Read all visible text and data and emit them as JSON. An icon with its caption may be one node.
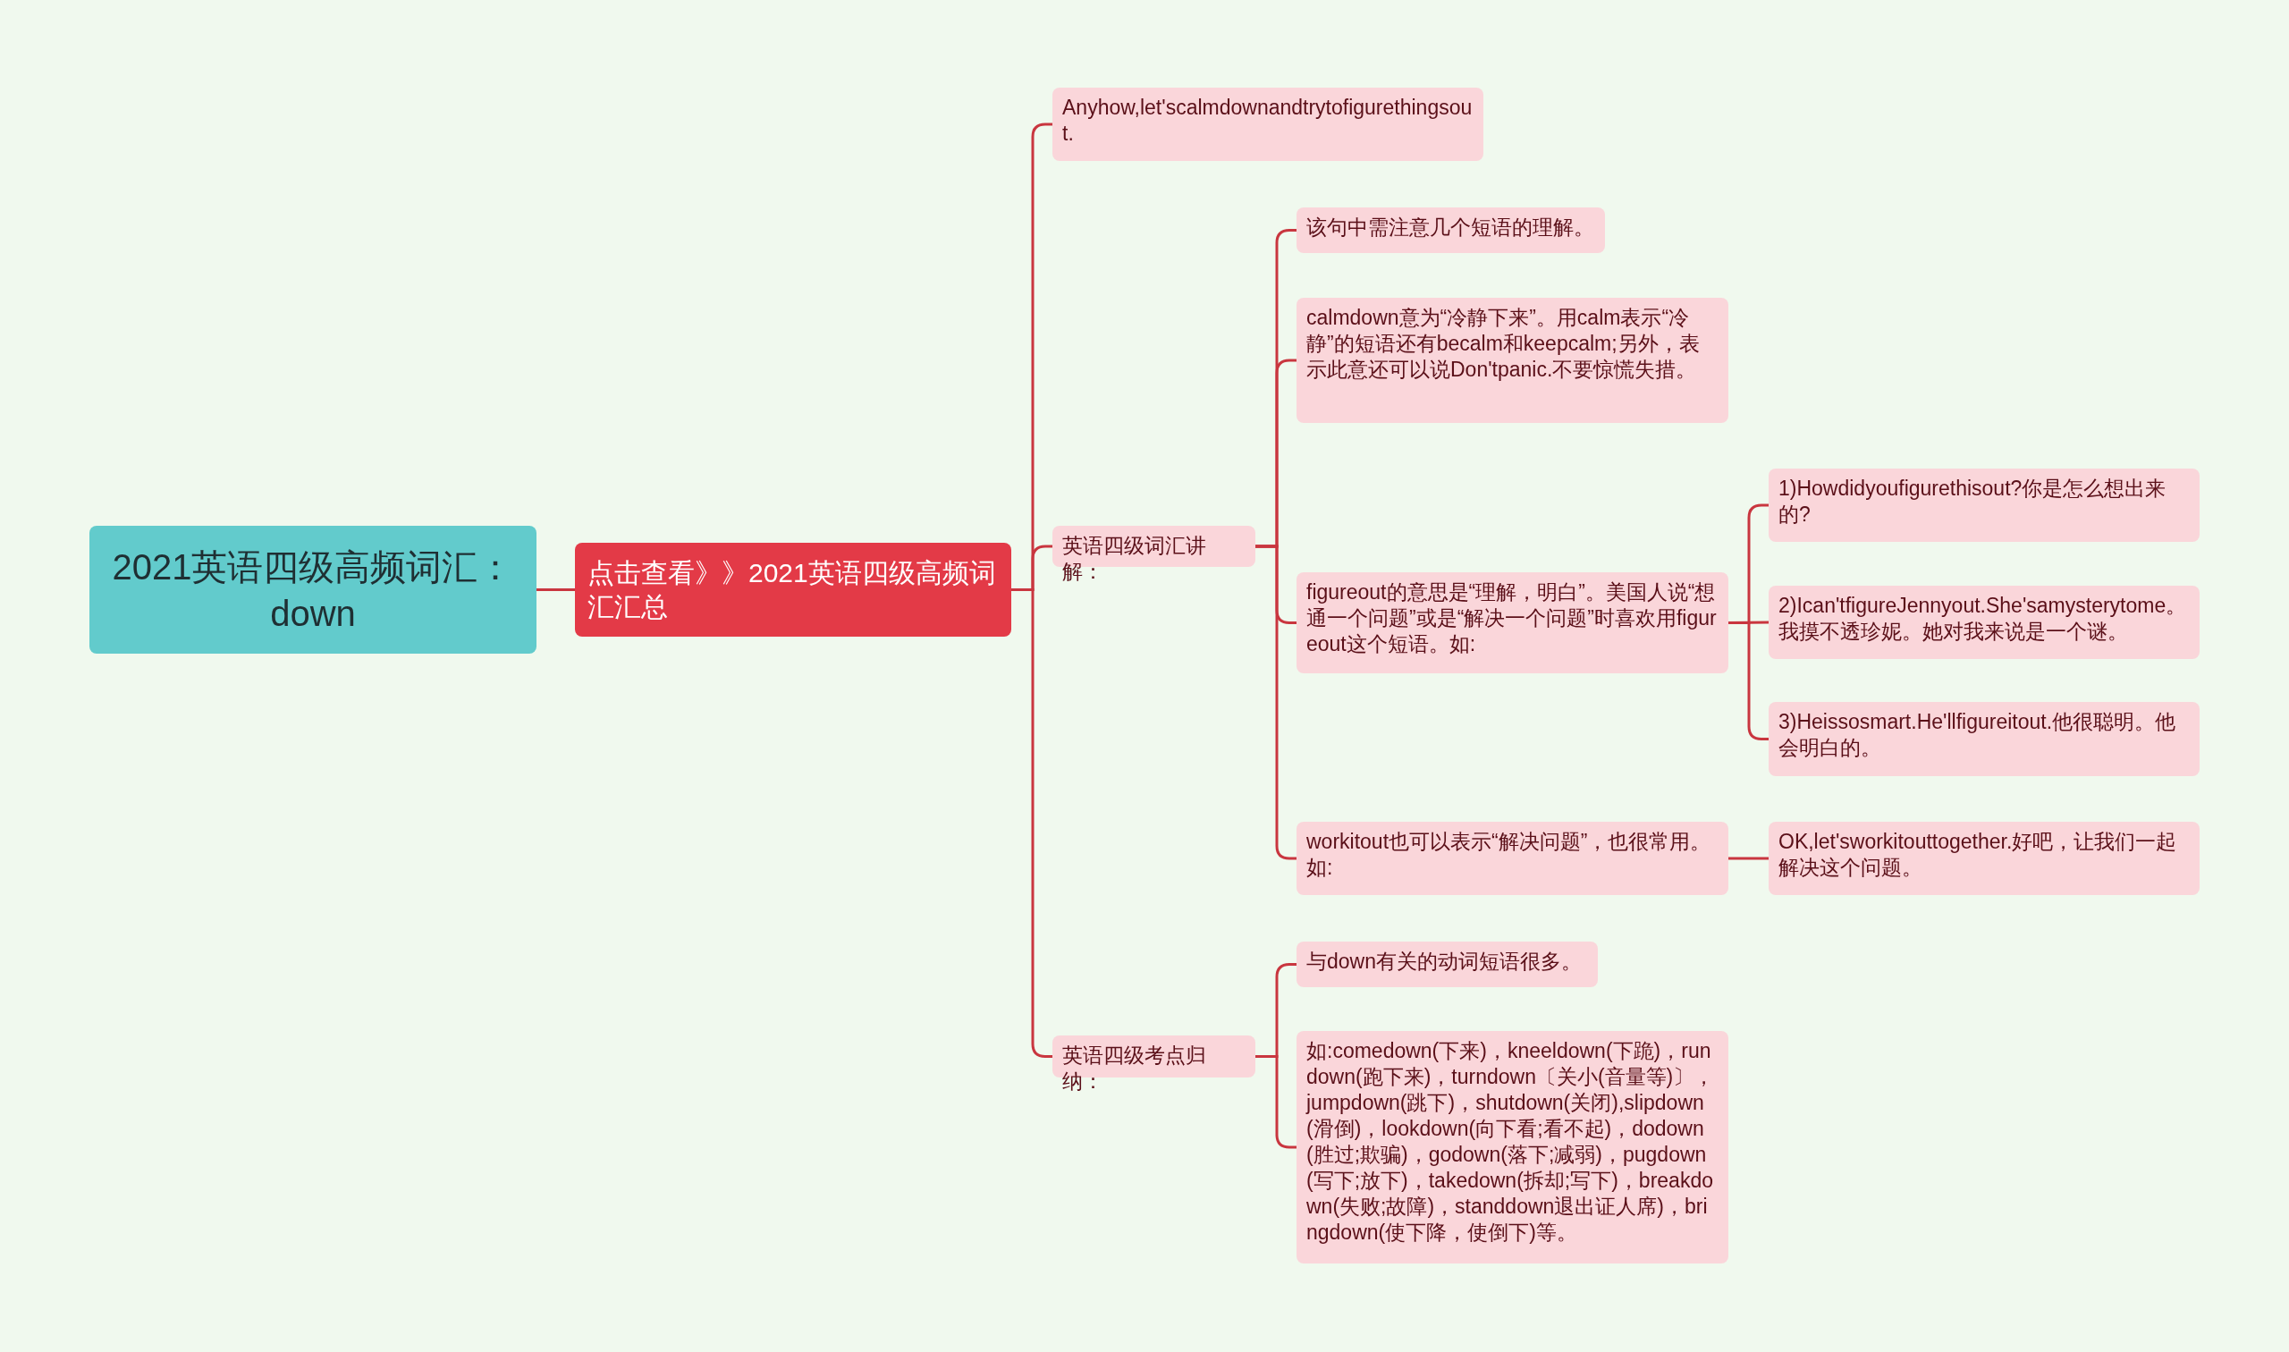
{
  "diagram": {
    "nodes": [
      {
        "text": [
          "2021英语四级高频词汇：down"
        ]
      },
      {
        "text": [
          "点击查看》》2021英语四级高频词汇汇总"
        ]
      },
      {
        "text": [
          "Anyhow,let'scalmdownandtrytofigurethingsout."
        ]
      },
      {
        "text": [
          "英语四级词汇讲解："
        ]
      },
      {
        "text": [
          "该句中需注意几个短语的理解。"
        ]
      },
      {
        "text": [
          "calmdown意为“冷静下来”。用calm表示“冷静”的短语还有becalm和keepcalm;另外，表示此意还可以说Don'tpanic.不要惊慌失措。"
        ]
      },
      {
        "text": [
          "figureout的意思是“理解，明白”。美国人说“想通一个问题”或是“解决一个问题”时喜欢用figureout这个短语。如:"
        ]
      },
      {
        "text": [
          "1)Howdidyoufigurethisout?你是怎么想出来的?"
        ]
      },
      {
        "text": [
          "2)Ican'tfigureJennyout.She'samysterytome。我摸不透珍妮。她对我来说是一个谜。"
        ]
      },
      {
        "text": [
          "3)Heissosmart.He'llfigureitout.他很聪明。他会明白的。"
        ]
      },
      {
        "text": [
          "workitout也可以表示“解决问题”，也很常用。如:"
        ]
      },
      {
        "text": [
          "OK,let'sworkitouttogether.好吧，让我们一起解决这个问题。"
        ]
      },
      {
        "text": [
          "英语四级考点归纳："
        ]
      },
      {
        "text": [
          "与down有关的动词短语很多。"
        ]
      },
      {
        "text": [
          "如:comedown(下来)，kneeldown(下跪)，rundown(跑下来)，turndown〔关小(音量等)〕，jumpdown(跳下)，shutdown(关闭),slipdown(滑倒)，lookdown(向下看;看不起)，dodown(胜过;欺骗)，godown(落下;减弱)，pugdown(写下;放下)，takedown(拆却;写下)，breakdown(失败;故障)，standdown退出证人席)，bringdown(使下降，使倒下)等。"
        ]
      }
    ],
    "edges": [
      {
        "from": 0,
        "to": 1,
        "arrow": "none"
      },
      {
        "from": 1,
        "to": 2,
        "arrow": "none"
      },
      {
        "from": 1,
        "to": 3,
        "arrow": "none"
      },
      {
        "from": 1,
        "to": 12,
        "arrow": "none"
      },
      {
        "from": 3,
        "to": 4,
        "arrow": "none"
      },
      {
        "from": 3,
        "to": 5,
        "arrow": "none"
      },
      {
        "from": 3,
        "to": 6,
        "arrow": "none"
      },
      {
        "from": 3,
        "to": 10,
        "arrow": "none"
      },
      {
        "from": 6,
        "to": 7,
        "arrow": "none"
      },
      {
        "from": 6,
        "to": 8,
        "arrow": "none"
      },
      {
        "from": 6,
        "to": 9,
        "arrow": "none"
      },
      {
        "from": 10,
        "to": 11,
        "arrow": "none"
      },
      {
        "from": 12,
        "to": 13,
        "arrow": "none"
      },
      {
        "from": 12,
        "to": 14,
        "arrow": "none"
      }
    ]
  }
}
